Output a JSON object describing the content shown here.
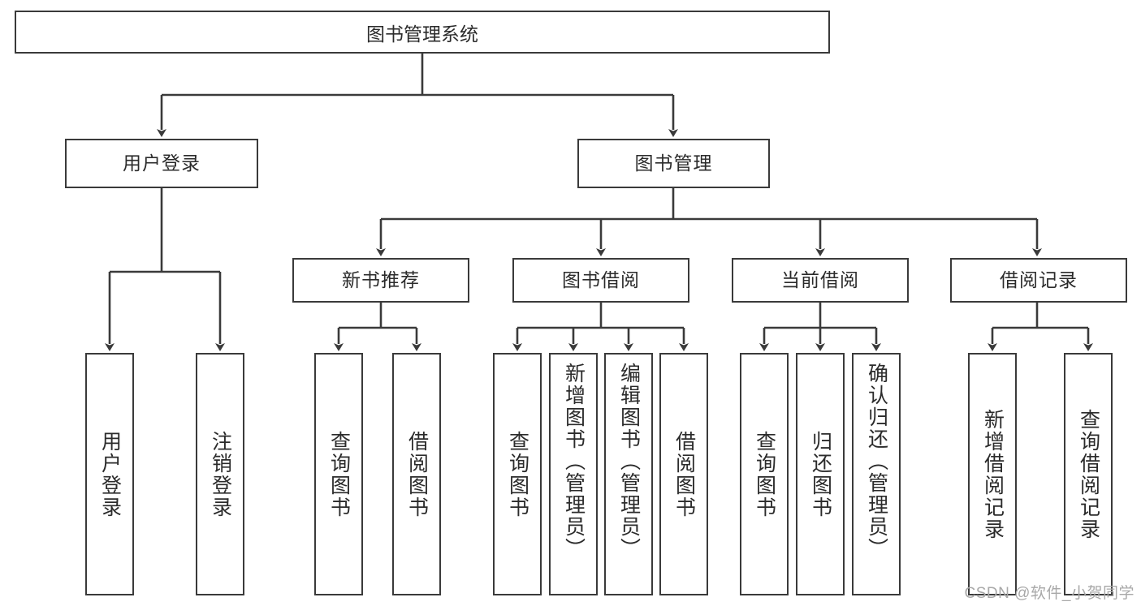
{
  "diagram": {
    "type": "tree-hierarchy-chart",
    "title": "图书管理系统",
    "stroke_color": "#3a3a3a",
    "background_color": "#ffffff",
    "text_color": "#2b2b2b"
  },
  "root": {
    "label": "图书管理系统"
  },
  "level2": [
    {
      "label": "用户登录"
    },
    {
      "label": "图书管理"
    }
  ],
  "level3": [
    {
      "label": "新书推荐"
    },
    {
      "label": "图书借阅"
    },
    {
      "label": "当前借阅"
    },
    {
      "label": "借阅记录"
    }
  ],
  "leaves": {
    "user_login": [
      {
        "label": "用户登录"
      },
      {
        "label": "注销登录"
      }
    ],
    "new_book": [
      {
        "label": "查询图书"
      },
      {
        "label": "借阅图书"
      }
    ],
    "book_borrow": [
      {
        "label": "查询图书"
      },
      {
        "label": "新增图书（管理员）"
      },
      {
        "label": "编辑图书（管理员）"
      },
      {
        "label": "借阅图书"
      }
    ],
    "current_borrow": [
      {
        "label": "查询图书"
      },
      {
        "label": "归还图书"
      },
      {
        "label": "确认归还（管理员）"
      }
    ],
    "borrow_record": [
      {
        "label": "新增借阅记录"
      },
      {
        "label": "查询借阅记录"
      }
    ]
  },
  "watermark": {
    "text": "CSDN @软件_小贺同学"
  }
}
